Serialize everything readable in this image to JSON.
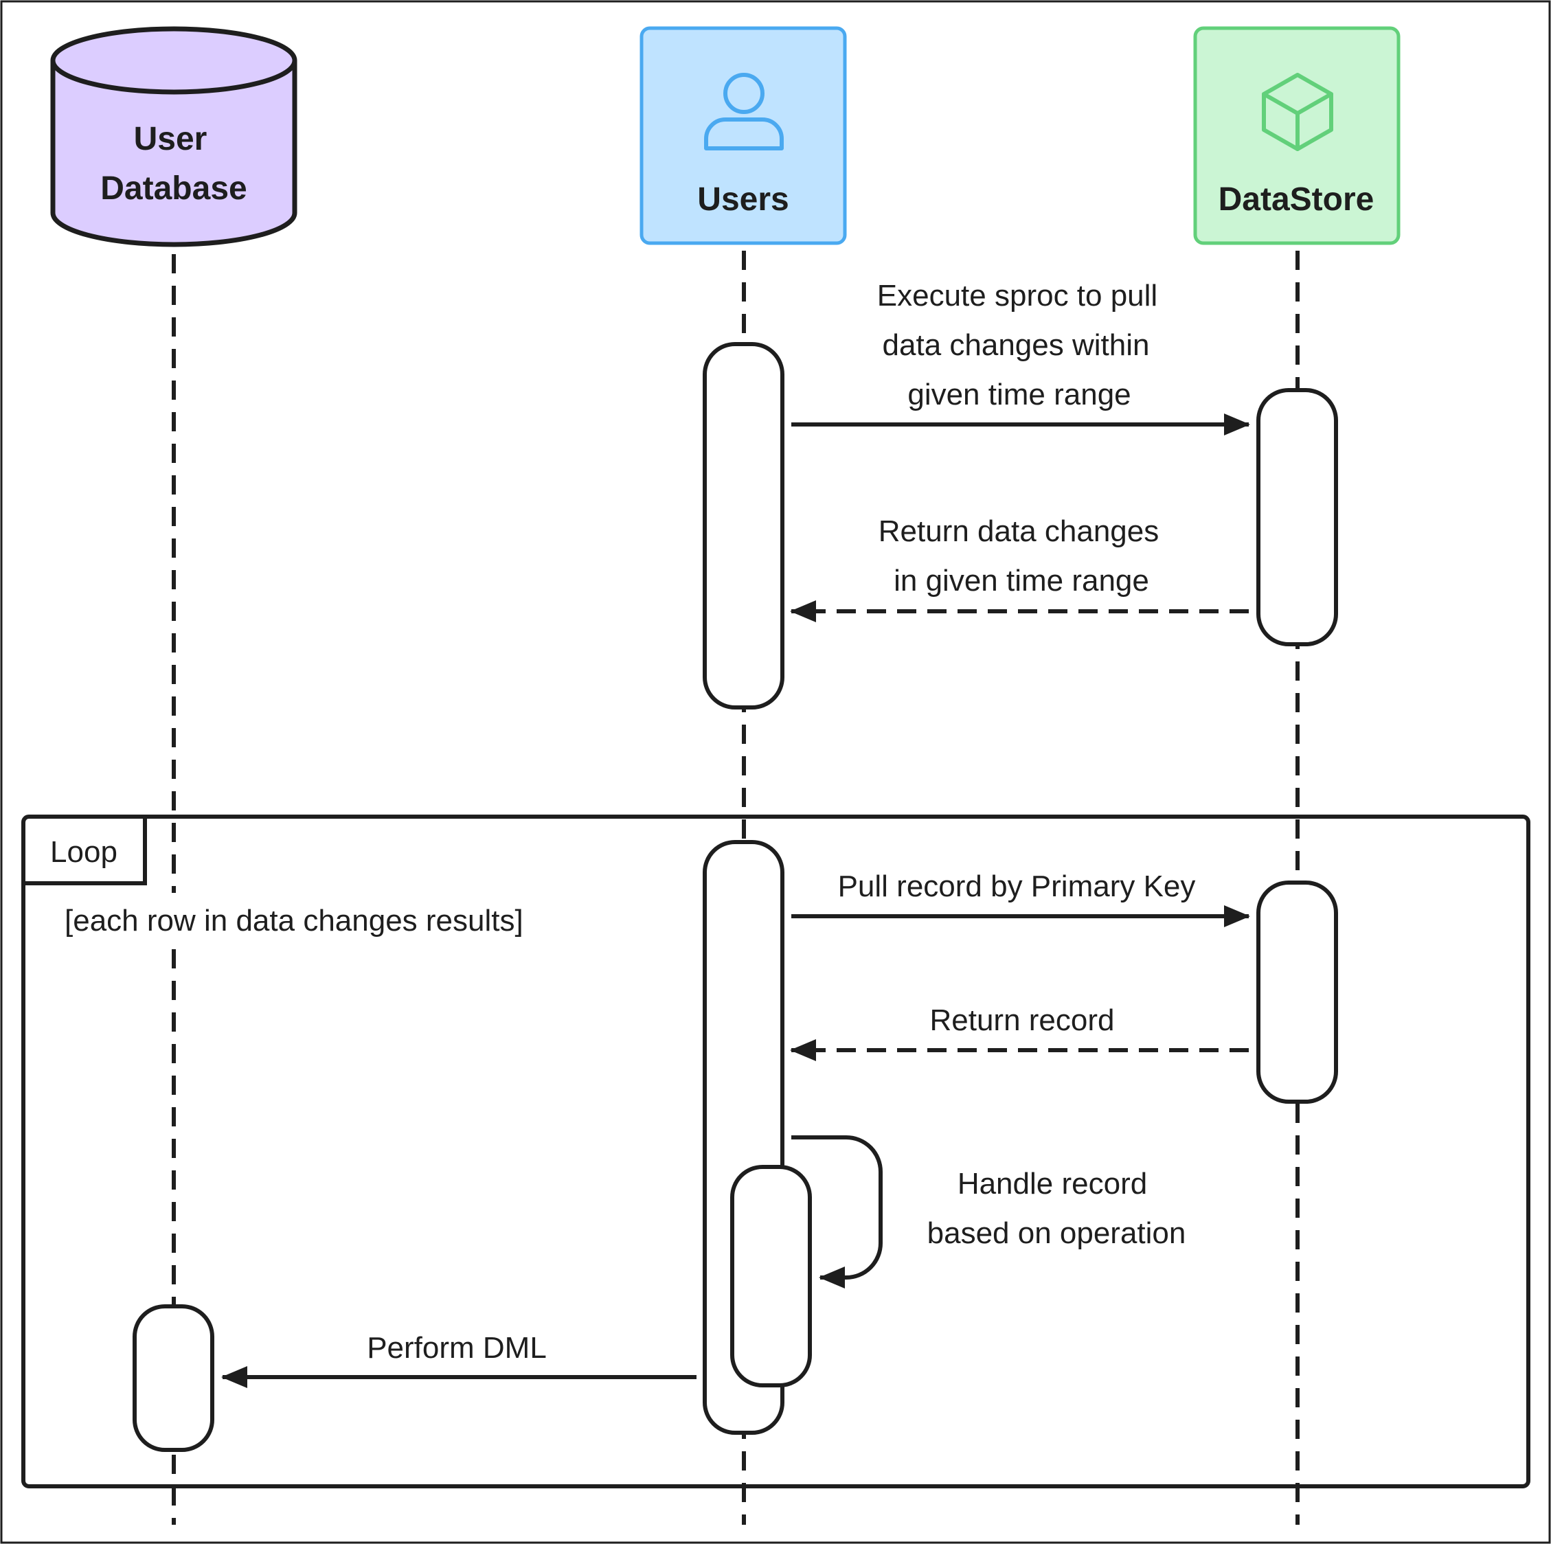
{
  "participants": {
    "user_database": {
      "line1": "User",
      "line2": "Database",
      "fill": "#dccdff",
      "stroke": "#1e1e1e"
    },
    "users": {
      "label": "Users",
      "fill": "#bfe3ff",
      "stroke": "#4aa9f0",
      "icon": "user-icon"
    },
    "datastore": {
      "label": "DataStore",
      "fill": "#cbf5d4",
      "stroke": "#62d07a",
      "icon": "cube-icon"
    }
  },
  "messages": {
    "execute_sproc": {
      "lines": [
        "Execute sproc to pull",
        "data changes within",
        "given time range"
      ]
    },
    "return_changes": {
      "lines": [
        "Return data changes",
        "in given time range"
      ]
    },
    "pull_record": {
      "lines": [
        "Pull record by Primary Key"
      ]
    },
    "return_record": {
      "lines": [
        "Return record"
      ]
    },
    "handle_record": {
      "lines": [
        "Handle record",
        "based on operation"
      ]
    },
    "perform_dml": {
      "lines": [
        "Perform DML"
      ]
    }
  },
  "loop": {
    "label": "Loop",
    "guard": "[each row in data changes results]"
  }
}
